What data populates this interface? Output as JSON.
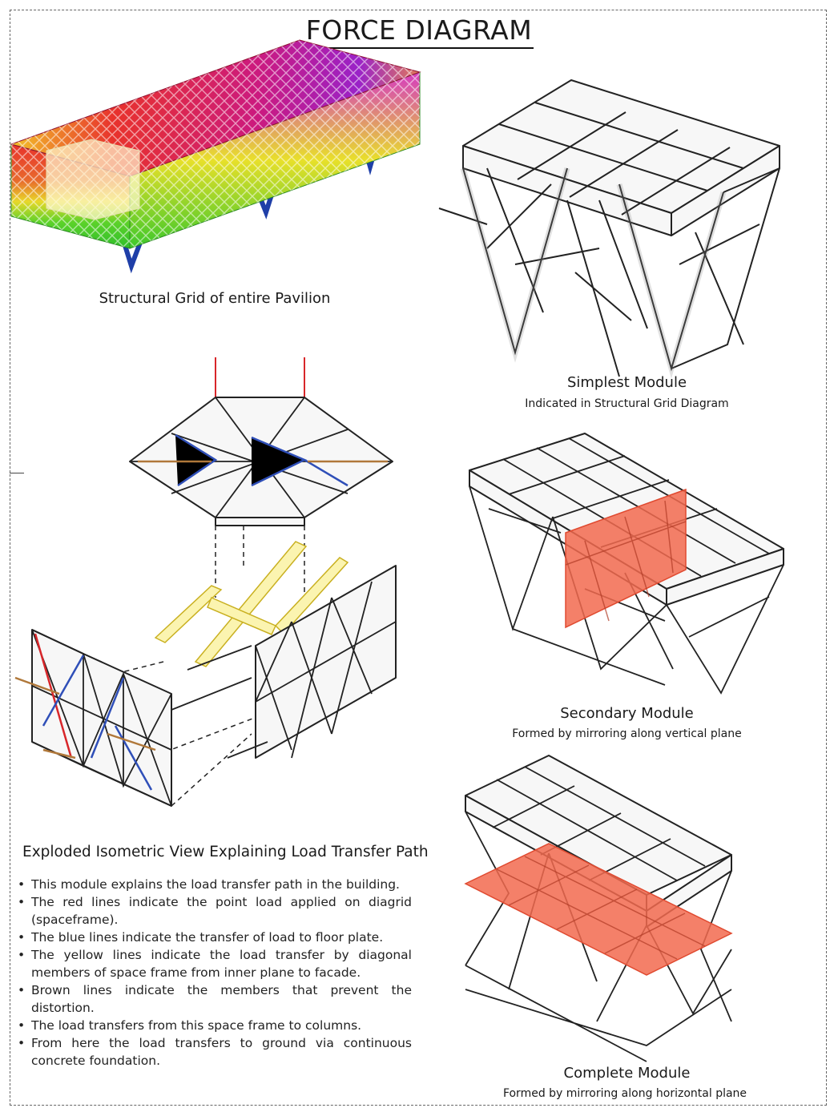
{
  "title": "FORCE DIAGRAM",
  "figures": {
    "pavilion": {
      "caption": "Structural Grid of entire Pavilion"
    },
    "simplest": {
      "caption": "Simplest Module",
      "subcaption": "Indicated in Structural Grid Diagram"
    },
    "secondary": {
      "caption": "Secondary Module",
      "subcaption": "Formed by mirroring along vertical plane"
    },
    "complete": {
      "caption": "Complete Module",
      "subcaption": "Formed by mirroring along horizontal plane"
    },
    "exploded": {
      "caption": "Exploded Isometric View Explaining Load Transfer Path"
    }
  },
  "bullets": [
    "This module explains the load transfer path in the building.",
    "The red lines indicate the point load applied on diagrid (spaceframe).",
    "The blue lines indicate the transfer of load to floor plate.",
    "The yellow lines indicate the load transfer by diagonal members of space frame from inner plane to facade.",
    "Brown lines indicate the members that prevent the distortion.",
    "The load transfers from this space frame to columns.",
    "From here the load transfers to ground via continuous concrete foundation."
  ],
  "colors": {
    "load_point": "#d8262a",
    "load_floor": "#2f4fb8",
    "load_diagonal": "#f2e27a",
    "bracing": "#b0783a",
    "highlight_plane": "#f26a4f",
    "columns": "#1f3fa8"
  }
}
